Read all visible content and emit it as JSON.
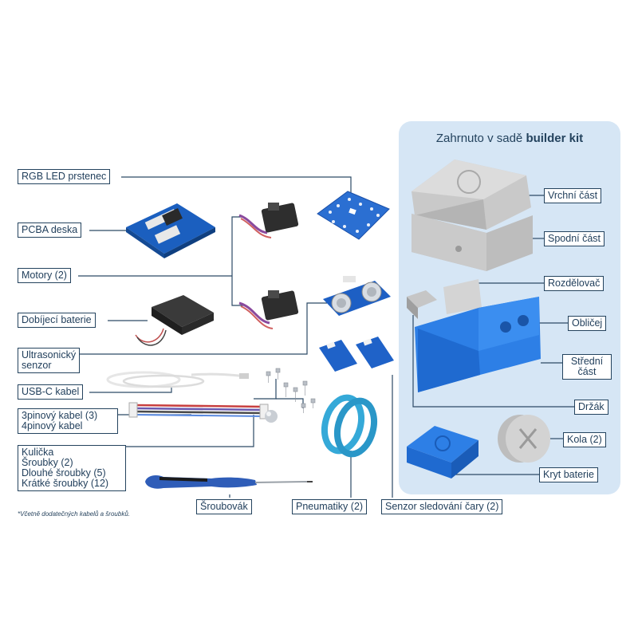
{
  "title": {
    "prefix": "Zahrnuto v sadě",
    "bold": "builder kit"
  },
  "labels": {
    "rgb_led": "RGB LED prstenec",
    "pcba": "PCBA deska",
    "motors": "Motory (2)",
    "battery": "Dobíjecí baterie",
    "ultrasonic": [
      "Ultrasonický",
      "senzor"
    ],
    "usb_c": "USB-C kabel",
    "cables": [
      "3pinový kabel (3)",
      "4pinový kabel"
    ],
    "screws": [
      "Kulička",
      "Šroubky (2)",
      "Dlouhé šroubky (5)",
      "Krátké šroubky (12)"
    ],
    "screwdriver": "Šroubovák",
    "tires": "Pneumatiky (2)",
    "line_sensor": "Senzor sledování čary (2)",
    "top": "Vrchní část",
    "bottom": "Spodní část",
    "splitter": "Rozdělovač",
    "face": "Obličej",
    "middle": [
      "Střední",
      "část"
    ],
    "holder": "Držák",
    "wheels": "Kola (2)",
    "battery_cover": "Kryt baterie"
  },
  "footnote": "*Včetně dodatečných kabelů a šroubků."
}
